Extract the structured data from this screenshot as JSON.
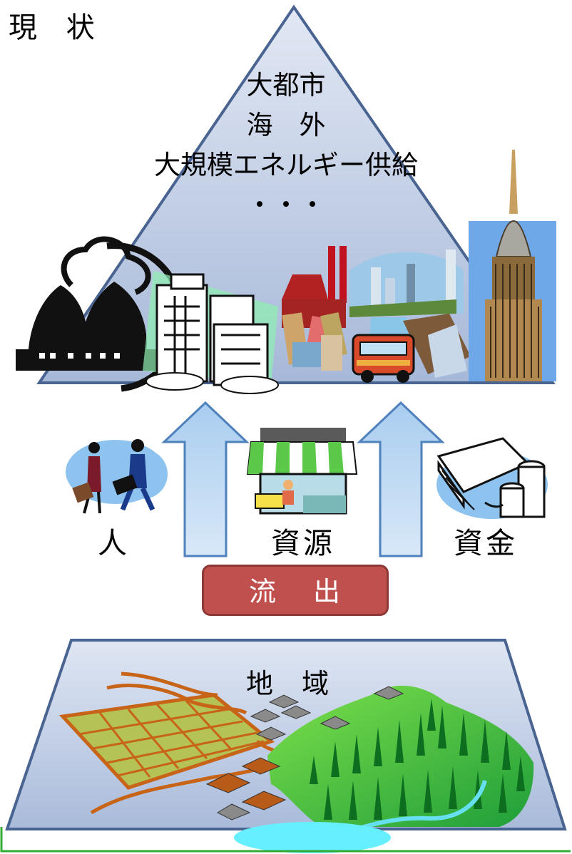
{
  "title": "現 状",
  "pyramid": {
    "lines": [
      "大都市",
      "海　外",
      "大規模エネルギー供給",
      "・・・"
    ]
  },
  "flows": {
    "person": "人",
    "resources": "資源",
    "funds": "資金",
    "outflow": "流 出"
  },
  "region": {
    "label": "地 域"
  },
  "colors": {
    "pyramid_fill": "#b9c7e0",
    "pyramid_stroke": "#4a6491",
    "arrow_fill": "#b8d4f0",
    "arrow_stroke": "#4f81bd",
    "outflow_fill": "#c0504d",
    "region_fill": "#b4c4e0",
    "forest": "#2e9e2e",
    "field": "#b5c255",
    "river": "#66e0f0"
  }
}
